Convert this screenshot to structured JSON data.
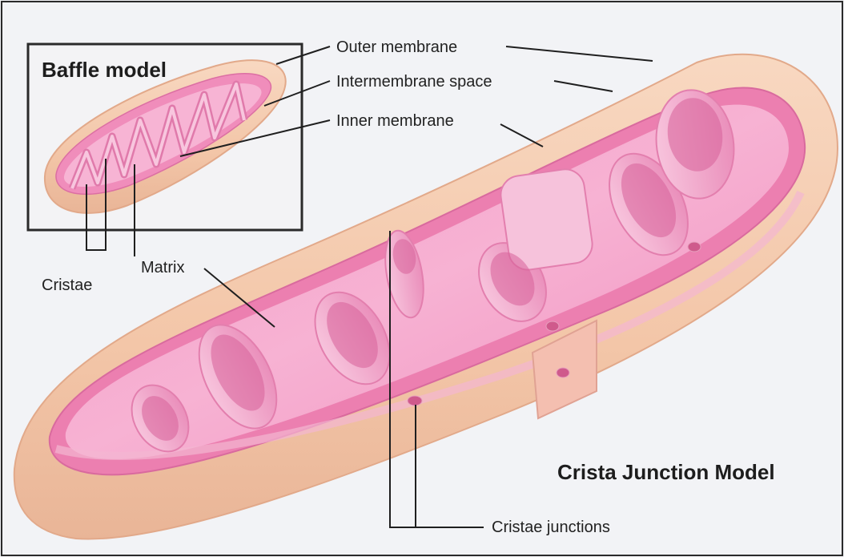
{
  "inset_title": "Baffle model",
  "main_title": "Crista Junction Model",
  "labels": {
    "outer_membrane": "Outer membrane",
    "intermembrane_space": "Intermembrane space",
    "inner_membrane": "Inner membrane",
    "matrix": "Matrix",
    "cristae": "Cristae",
    "cristae_junctions": "Cristae junctions"
  },
  "colors": {
    "background": "#f2f3f6",
    "outer_membrane": "#f6cdb3",
    "inner_membrane": "#ec7fb0",
    "matrix": "#f6a9cf",
    "crista_fold": "#f5b6d5",
    "leader_line": "#1f1f1f"
  }
}
